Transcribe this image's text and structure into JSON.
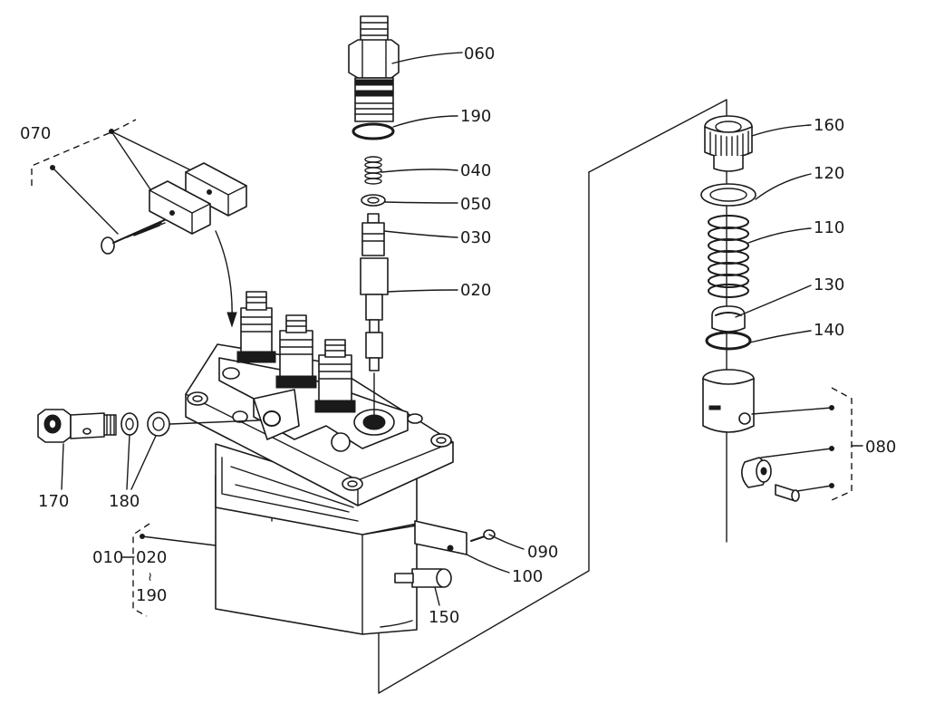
{
  "diagram": {
    "callouts": {
      "c060": "060",
      "c190_top": "190",
      "c040": "040",
      "c050": "050",
      "c030": "030",
      "c020": "020",
      "c070": "070",
      "c160": "160",
      "c120": "120",
      "c110": "110",
      "c130": "130",
      "c140": "140",
      "c080": "080",
      "c170": "170",
      "c180": "180",
      "c010": "010",
      "c020_range": "020",
      "c_range_sep": "≀",
      "c190_range": "190",
      "c090": "090",
      "c100": "100",
      "c150": "150"
    }
  }
}
